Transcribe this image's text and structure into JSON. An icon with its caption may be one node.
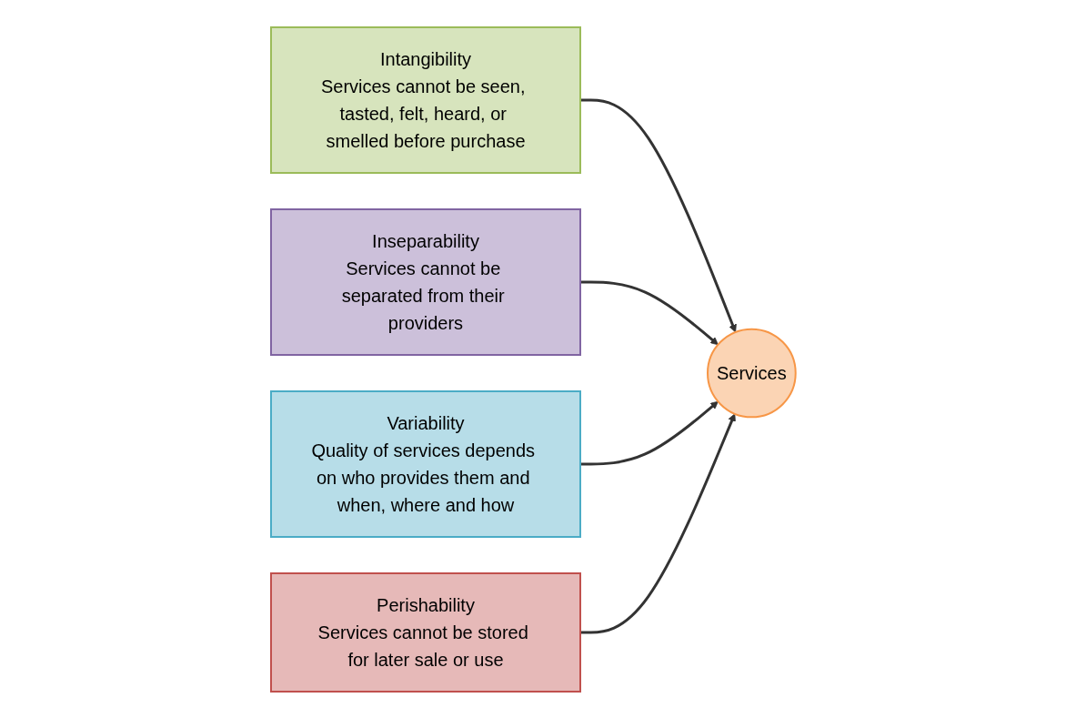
{
  "diagram": {
    "nodes": [
      {
        "text": [
          "Intangibility",
          "Services cannot be seen, tasted, felt, heard, or smelled before purchase"
        ]
      },
      {
        "text": [
          "Inseparability",
          "Services cannot be separated from their providers"
        ]
      },
      {
        "text": [
          "Services"
        ]
      },
      {
        "text": [
          "Variability",
          "Quality of services depends on who provides them and when, where and how"
        ]
      },
      {
        "text": [
          "Perishability",
          "Services cannot be stored for later sale or use"
        ]
      }
    ],
    "edges": [
      {
        "from": 0,
        "to": 2,
        "arrow": "to"
      },
      {
        "from": 1,
        "to": 2,
        "arrow": "to"
      },
      {
        "from": 3,
        "to": 2,
        "arrow": "to"
      },
      {
        "from": 4,
        "to": 2,
        "arrow": "to"
      }
    ]
  }
}
